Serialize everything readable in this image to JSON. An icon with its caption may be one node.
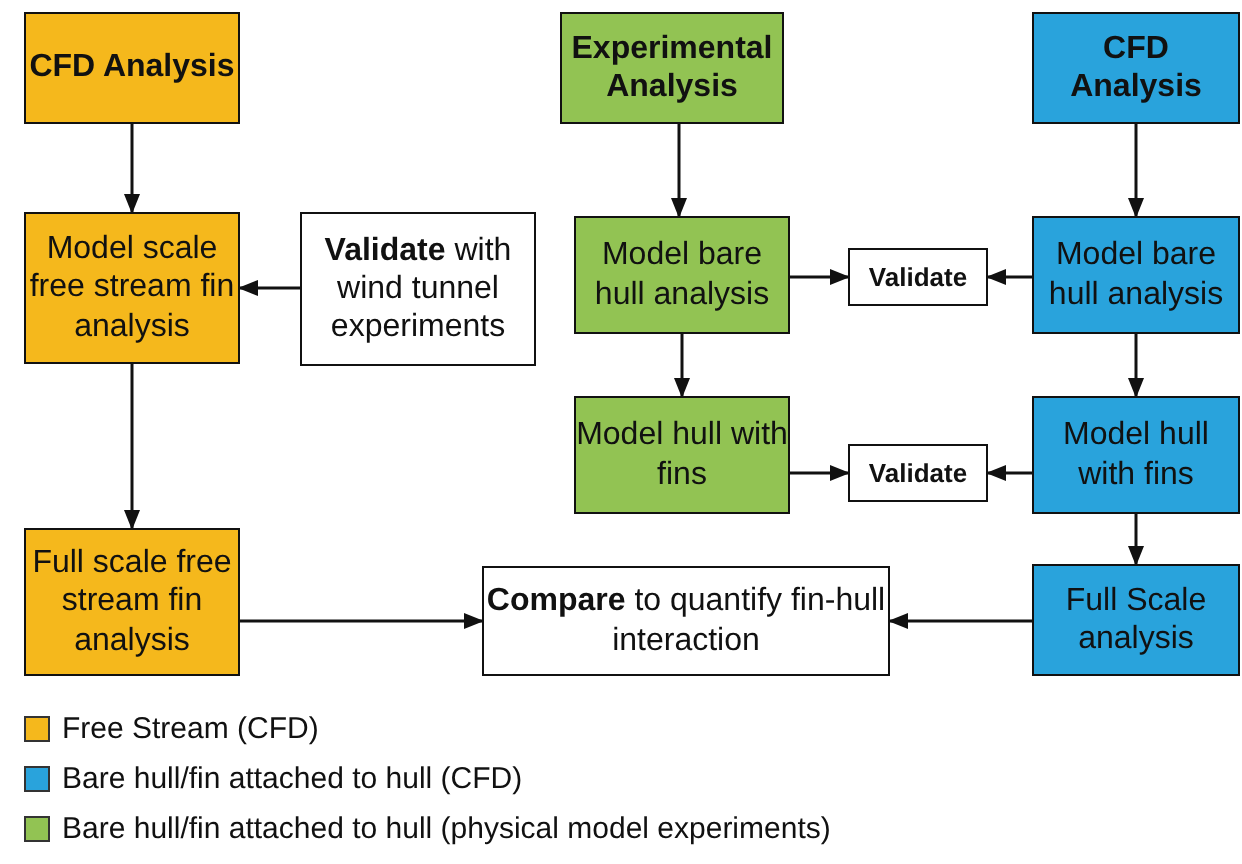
{
  "diagram": {
    "nodes": [
      {
        "text": [
          "CFD Analysis"
        ]
      },
      {
        "text": [
          "Experimental Analysis"
        ]
      },
      {
        "text": [
          "CFD Analysis"
        ]
      },
      {
        "text": [
          "Model scale free stream fin analysis"
        ]
      },
      {
        "text": [
          "**Validate** with wind tunnel experiments"
        ]
      },
      {
        "text": [
          "Model bare hull analysis"
        ]
      },
      {
        "text": [
          "Validate"
        ]
      },
      {
        "text": [
          "Model bare hull analysis"
        ]
      },
      {
        "text": [
          "Model hull with fins"
        ]
      },
      {
        "text": [
          "Validate"
        ]
      },
      {
        "text": [
          "Model hull with fins"
        ]
      },
      {
        "text": [
          "Full scale free stream fin analysis"
        ]
      },
      {
        "text": [
          "**Compare** to quantify fin-hull interaction"
        ]
      },
      {
        "text": [
          "Full Scale analysis"
        ]
      }
    ],
    "edges": [
      {
        "from": 0,
        "to": 3,
        "arrow": "to"
      },
      {
        "from": 4,
        "to": 3,
        "arrow": "to"
      },
      {
        "from": 3,
        "to": 11,
        "arrow": "to"
      },
      {
        "from": 1,
        "to": 5,
        "arrow": "to"
      },
      {
        "from": 2,
        "to": 7,
        "arrow": "to"
      },
      {
        "from": 5,
        "to": 6,
        "arrow": "to"
      },
      {
        "from": 7,
        "to": 6,
        "arrow": "to"
      },
      {
        "from": 5,
        "to": 8,
        "arrow": "to"
      },
      {
        "from": 7,
        "to": 10,
        "arrow": "to"
      },
      {
        "from": 8,
        "to": 9,
        "arrow": "to"
      },
      {
        "from": 10,
        "to": 9,
        "arrow": "to"
      },
      {
        "from": 10,
        "to": 13,
        "arrow": "to"
      },
      {
        "from": 11,
        "to": 12,
        "arrow": "to"
      },
      {
        "from": 13,
        "to": 12,
        "arrow": "to"
      }
    ],
    "legend": [
      {
        "text": "Free Stream (CFD)",
        "color": "#f5b81c"
      },
      {
        "text": "Bare hull/fin attached to hull (CFD)",
        "color": "#29a3dc"
      },
      {
        "text": "Bare hull/fin attached to hull (physical model experiments)",
        "color": "#92c353"
      }
    ]
  }
}
